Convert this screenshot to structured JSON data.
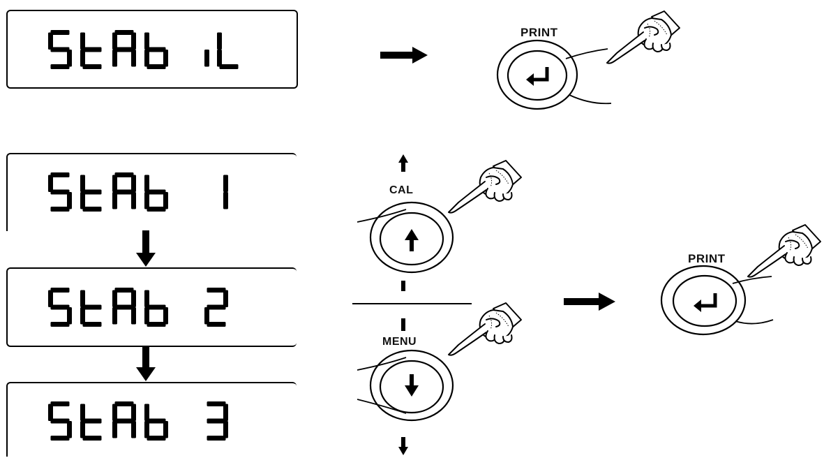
{
  "displays": {
    "top": "StAb iL",
    "option1": "StAb 1",
    "option2": "StAb 2",
    "option3": "StAb 3"
  },
  "keys": {
    "print_top": "PRINT",
    "cal": "CAL",
    "menu": "MENU",
    "print_right": "PRINT"
  },
  "icons": {
    "enter": "enter-arrow-icon",
    "up": "up-arrow-icon",
    "down": "down-arrow-icon",
    "hand": "pointing-hand-icon",
    "flow": "right-arrow-icon"
  },
  "colors": {
    "ink": "#000000",
    "background": "#ffffff"
  }
}
